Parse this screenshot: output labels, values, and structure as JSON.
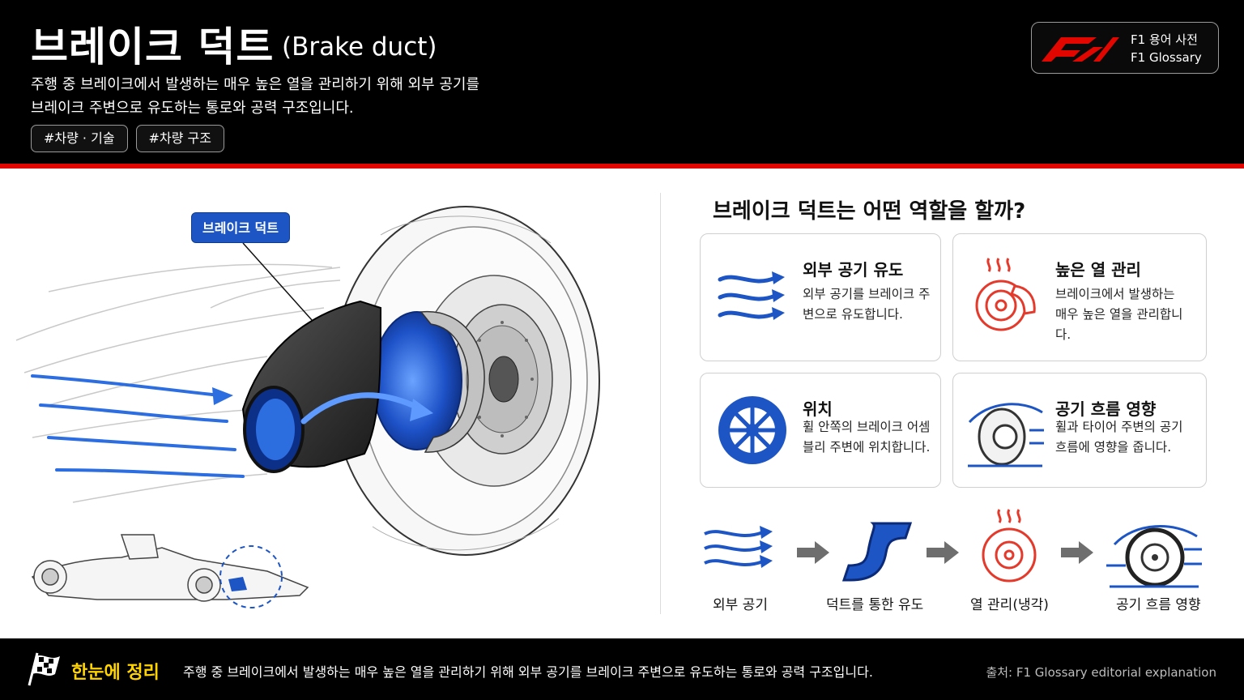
{
  "header": {
    "title_ko": "브레이크 덕트",
    "title_en": "(Brake duct)",
    "subtitle_line1": "주행 중 브레이크에서 발생하는 매우 높은 열을 관리하기 위해 외부 공기를",
    "subtitle_line2": "브레이크 주변으로 유도하는 통로와 공력 구조입니다.",
    "tags": [
      "#차량 · 기술",
      "#차량 구조"
    ],
    "logo_line1": "F1 용어 사전",
    "logo_line2": "F1 Glossary"
  },
  "illustration": {
    "callout": "브레이크 덕트"
  },
  "right": {
    "title": "브레이크 덕트는 어떤 역할을 할까?",
    "cards": [
      {
        "title": "외부 공기 유도",
        "desc": "외부 공기를 브레이크 주변으로 유도합니다.",
        "icon": "airflow-icon"
      },
      {
        "title": "높은 열 관리",
        "desc": "브레이크에서 발생하는 매우 높은 열을 관리합니다.",
        "icon": "hot-brake-icon"
      },
      {
        "title": "위치",
        "desc": "휠 안쪽의 브레이크 어셈블리 주변에 위치합니다.",
        "icon": "wheel-icon"
      },
      {
        "title": "공기 흐름 영향",
        "desc": "휠과 타이어 주변의 공기 흐름에 영향을 줍니다.",
        "icon": "tire-airflow-icon"
      }
    ],
    "flow": [
      "외부 공기",
      "덕트를 통한 유도",
      "열 관리(냉각)",
      "공기 흐름 영향"
    ]
  },
  "footer": {
    "label": "한눈에 정리",
    "text": "주행 중 브레이크에서 발생하는 매우 높은 열을 관리하기 위해 외부 공기를 브레이크 주변으로 유도하는 통로와 공력 구조입니다.",
    "source": "출처: F1 Glossary editorial explanation"
  },
  "colors": {
    "accent_red": "#e10600",
    "accent_blue": "#1d56c4",
    "footer_highlight": "#ffd400"
  }
}
